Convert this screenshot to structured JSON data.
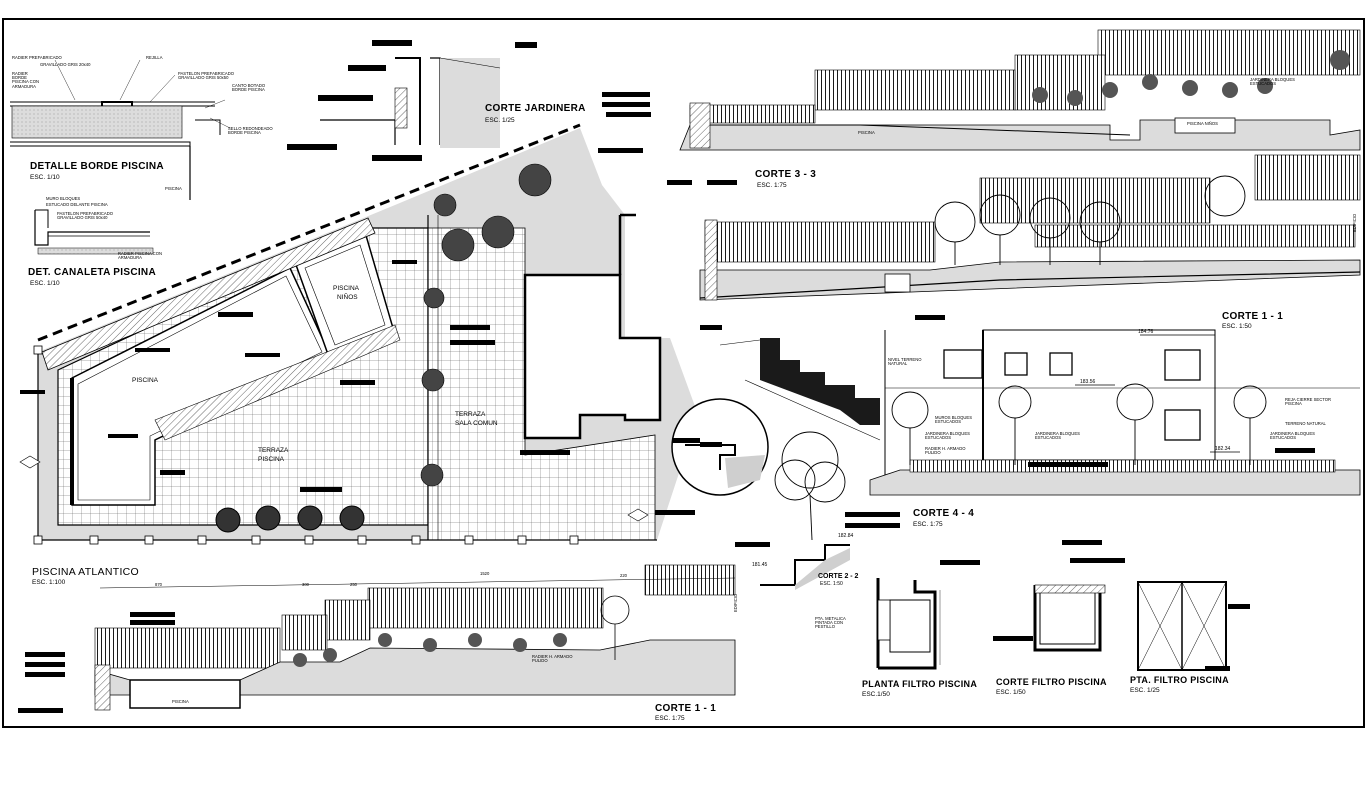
{
  "titles": {
    "detalle_borde": "DETALLE BORDE PISCINA",
    "det_canaleta": "DET. CANALETA PISCINA",
    "corte_jardinera": "CORTE JARDINERA",
    "corte_3_3": "CORTE 3 - 3",
    "corte_1_1_right": "CORTE 1 - 1",
    "corte_4_4": "CORTE 4 - 4",
    "piscina_atlantico": "PISCINA ATLANTICO",
    "corte_1_1_bottom": "CORTE 1 - 1",
    "corte_2_2": "CORTE 2 - 2",
    "planta_filtro": "PLANTA FILTRO PISCINA",
    "corte_filtro": "CORTE FILTRO PISCINA",
    "pta_filtro": "PTA. FILTRO PISCINA"
  },
  "scales": {
    "detalle_borde": "ESC. 1/10",
    "det_canaleta": "ESC. 1/10",
    "corte_jardinera": "ESC. 1/25",
    "corte_3_3": "ESC. 1:75",
    "corte_1_1_right": "ESC. 1:50",
    "corte_4_4": "ESC. 1:75",
    "piscina_atlantico": "ESC. 1:100",
    "corte_1_1_bottom": "ESC. 1:75",
    "corte_2_2": "ESC. 1:50",
    "planta_filtro": "ESC.1/50",
    "corte_filtro": "ESC. 1/50",
    "pta_filtro": "ESC. 1/25"
  },
  "plan_labels": {
    "piscina": "PISCINA",
    "piscina_ninos_1": "PISCINA",
    "piscina_ninos_2": "NIÑOS",
    "terraza_piscina_1": "TERRAZA",
    "terraza_piscina_2": "PISCINA",
    "terraza_sala_1": "TERRAZA",
    "terraza_sala_2": "SALA COMUN"
  },
  "section_labels": {
    "piscina_corte33": "PISCINA",
    "piscina_ninos_corte33": "PISCINA NIÑOS",
    "jardinera_corte33": "JARDINERA BLOQUES ESTUCADOS",
    "natural_terreno": "NIVEL TERRENO NATURAL",
    "terreno_natural_r": "TERRENO NATURAL",
    "muro_bloques": "MUROS BLOQUES ESTUCADOS",
    "jardinera_bloques_1": "JARDINERA BLOQUES ESTUCADOS",
    "jardinera_bloques_2": "JARDINERA BLOQUES ESTUCADOS",
    "jardinera_bloques_3": "JARDINERA BLOQUES ESTUCADOS",
    "radier_pulido": "RADIER H. ARMADO PULIDO",
    "reja_cierre": "REJA CIERRE SECTOR PISCINA",
    "piscina_bottom": "PISCINA",
    "pta_metalica": "PTA. METALICA PINTADA CON PESTILLO",
    "edificio": "EDIFICIO",
    "edificio2": "EDIFICIO",
    "radier_bottom": "RADIER H. ARMADO PULIDO"
  },
  "detail_labels": {
    "radier_piscina": "RADIER PREFABRICADO",
    "borde_1": "GRAVILLADO GRIS 20x40",
    "radier_borde": "RADIER BORDE PISCINA CON ARMADURA",
    "rejilla": "REJILLA",
    "palmeta": "PASTELON PREFABRICADO GRAVILLADO GRIS 50x50",
    "canto": "CANTO BOTADO BORDE PISCINA",
    "sello": "SELLO REDONDEADO BORDE PISCINA",
    "muro_bloques": "MURO BLOQUES",
    "estucado": "ESTUCADO DELANTE PISCINA",
    "pastelon2": "PASTELON PREFABRICADO GRAVILLADO GRIS 50x40",
    "radier_arm": "RADIER PISCINA CON ARMADURA",
    "piscina_det": "PISCINA"
  },
  "dimensions": {
    "d1": "184.76",
    "d2": "183.56",
    "d3": "182.34",
    "d4": "182.84",
    "d5": "181.45",
    "bd1": "870",
    "bd2": "1520",
    "bd3": "300",
    "bd4": "250",
    "bd5": "220"
  },
  "colors": {
    "ink": "#000000",
    "paper": "#ffffff",
    "hatch": "#d9d9d9",
    "ground": "#e6e6e6"
  }
}
